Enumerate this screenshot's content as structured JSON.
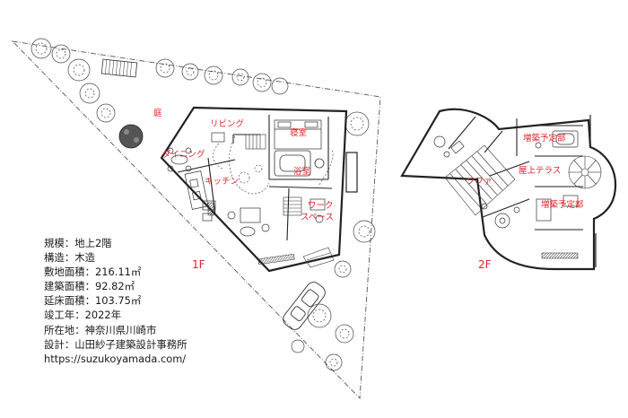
{
  "plan": {
    "floors": [
      {
        "label": "1F",
        "rooms": [
          "庭",
          "リビング",
          "寝室",
          "ダイニング",
          "キッチン",
          "浴室",
          "ワーク",
          "スペース"
        ]
      },
      {
        "label": "2F",
        "rooms": [
          "増築予定部",
          "屋上テラス",
          "ソファ",
          "増築予定部"
        ]
      }
    ]
  },
  "specs": [
    {
      "label": "規模",
      "value": "地上2階"
    },
    {
      "label": "構造",
      "value": "木造"
    },
    {
      "label": "敷地面積",
      "value": "216.11㎡"
    },
    {
      "label": "建築面積",
      "value": "92.82㎡"
    },
    {
      "label": "延床面積",
      "value": "103.75㎡"
    },
    {
      "label": "竣工年",
      "value": "2022年"
    },
    {
      "label": "所在地",
      "value": "神奈川県川崎市"
    },
    {
      "label": "設計",
      "value": "山田紗子建築設計事務所"
    }
  ],
  "url": "https://suzukoyamada.com/",
  "colors": {
    "label": "#e0232a",
    "line": "#222222"
  }
}
